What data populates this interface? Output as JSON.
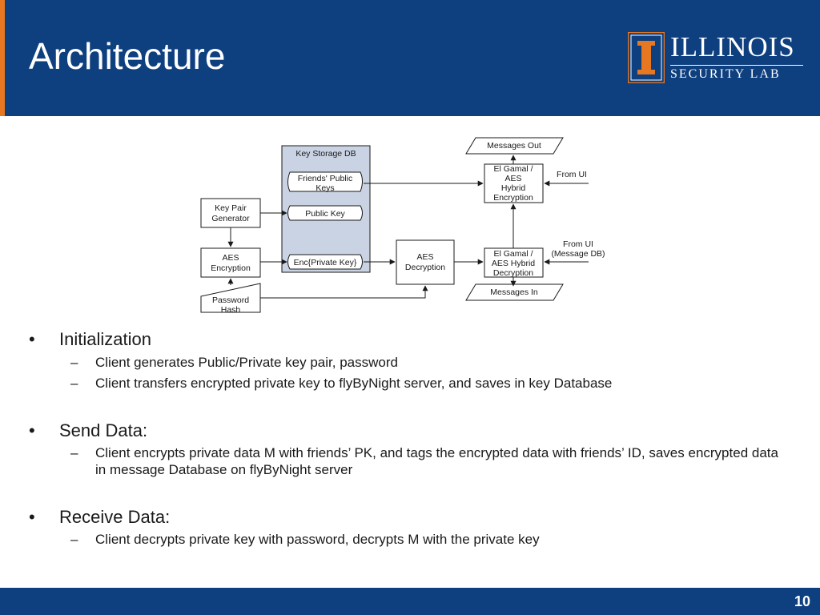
{
  "slide": {
    "title": "Architecture",
    "page_number": "10"
  },
  "logo": {
    "main": "ILLINOIS",
    "sub": "SECURITY LAB",
    "icon": "column-pillar-icon"
  },
  "diagram": {
    "key_storage_title": "Key Storage DB",
    "friends_keys_line1": "Friends' Public",
    "friends_keys_line2": "Keys",
    "public_key": "Public Key",
    "enc_private_key": "Enc{Private Key}",
    "keypair_line1": "Key Pair",
    "keypair_line2": "Generator",
    "aes_enc_line1": "AES",
    "aes_enc_line2": "Encryption",
    "password_line1": "Password",
    "password_line2": "Hash",
    "aes_dec_line1": "AES",
    "aes_dec_line2": "Decryption",
    "hybrid_enc_line1": "El Gamal /",
    "hybrid_enc_line2": "AES",
    "hybrid_enc_line3": "Hybrid",
    "hybrid_enc_line4": "Encryption",
    "hybrid_dec_line1": "El Gamal /",
    "hybrid_dec_line2": "AES Hybrid",
    "hybrid_dec_line3": "Decryption",
    "messages_out": "Messages Out",
    "messages_in": "Messages In",
    "from_ui": "From UI",
    "from_ui2_line1": "From UI",
    "from_ui2_line2": "(Message DB)",
    "colors": {
      "storage_fill": "#c9d3e3",
      "line": "#1a1a1a"
    }
  },
  "bullets": [
    {
      "bullet": "•",
      "text": "Initialization",
      "sub": [
        {
          "dash": "–",
          "text": "Client generates Public/Private key pair, password"
        },
        {
          "dash": "–",
          "text": "Client transfers encrypted private key to flyByNight server, and saves in key Database"
        }
      ]
    },
    {
      "bullet": "•",
      "text": "Send Data:",
      "sub": [
        {
          "dash": "–",
          "text": "Client encrypts private data M with friends’ PK, and tags the encrypted data with friends’ ID, saves encrypted data in message Database on flyByNight server"
        }
      ]
    },
    {
      "bullet": "•",
      "text": "Receive Data:",
      "sub": [
        {
          "dash": "–",
          "text": "Client decrypts private key with password, decrypts M with the private key"
        }
      ]
    }
  ],
  "colors": {
    "header": "#0e3f7e",
    "accent": "#e87722",
    "footer": "#0e3f7e"
  }
}
